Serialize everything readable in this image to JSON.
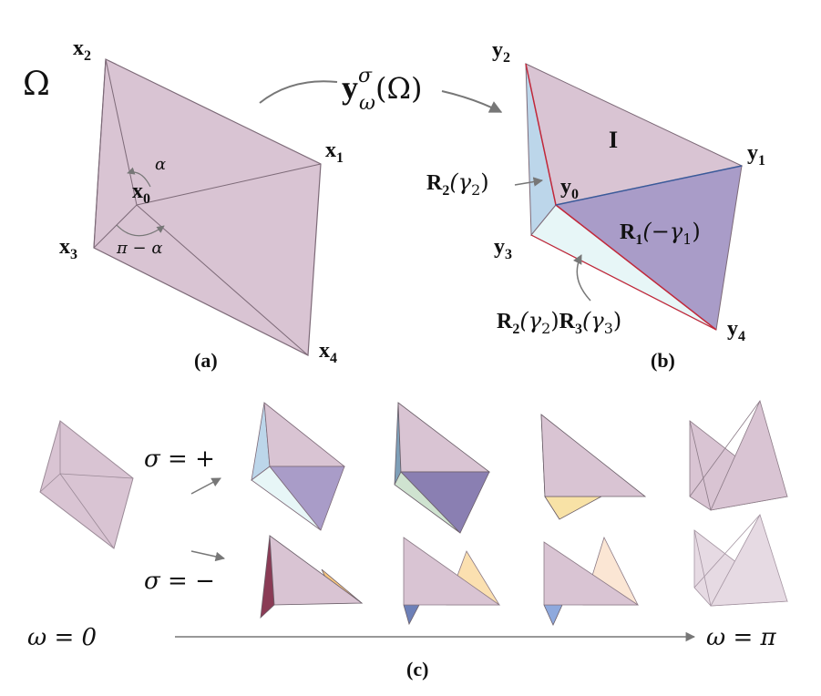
{
  "colors": {
    "face": "#d9c4d3",
    "face_edge": "#7d6a78",
    "purple": "#a99cc8",
    "light_blue": "#bcd6ea",
    "light_cyan": "#e7f6f7",
    "peach": "#fbd9a8",
    "red_edge": "#c2283a",
    "blue_edge": "#3a5a9a",
    "arrow": "#777777"
  },
  "panel_a": {
    "domain_symbol": "Ω",
    "vertices": {
      "x1": {
        "base": "x",
        "sub": "1"
      },
      "x2": {
        "base": "x",
        "sub": "2"
      },
      "x3": {
        "base": "x",
        "sub": "3"
      },
      "x4": {
        "base": "x",
        "sub": "4"
      },
      "x0": {
        "base": "x",
        "sub": "0"
      }
    },
    "angle_alpha": "α",
    "angle_pi_minus_alpha": "π − α",
    "caption": "(a)"
  },
  "map_label": {
    "base": "y",
    "sup": "σ",
    "sub": "ω",
    "arg": "(Ω)"
  },
  "panel_b": {
    "vertices": {
      "y1": {
        "base": "y",
        "sub": "1"
      },
      "y2": {
        "base": "y",
        "sub": "2"
      },
      "y3": {
        "base": "y",
        "sub": "3"
      },
      "y4": {
        "base": "y",
        "sub": "4"
      },
      "y0": {
        "base": "y",
        "sub": "0"
      }
    },
    "identity_label": "I",
    "r1_label": {
      "mat": "R",
      "sub": "1",
      "arg": "(−γ",
      "argsub": "1",
      "close": ")"
    },
    "r2_label": {
      "mat": "R",
      "sub": "2",
      "arg": "(γ",
      "argsub": "2",
      "close": ")"
    },
    "r2r3_label": {
      "m1": "R",
      "s1": "2",
      "a1": "(γ",
      "as1": "2",
      "c1": ")",
      "m2": "R",
      "s2": "3",
      "a2": "(γ",
      "as2": "3",
      "c2": ")"
    },
    "caption": "(b)"
  },
  "panel_c": {
    "sigma_plus": "σ = +",
    "sigma_minus": "σ = −",
    "omega_start": "ω = 0",
    "omega_end": "ω = π",
    "caption": "(c)"
  }
}
